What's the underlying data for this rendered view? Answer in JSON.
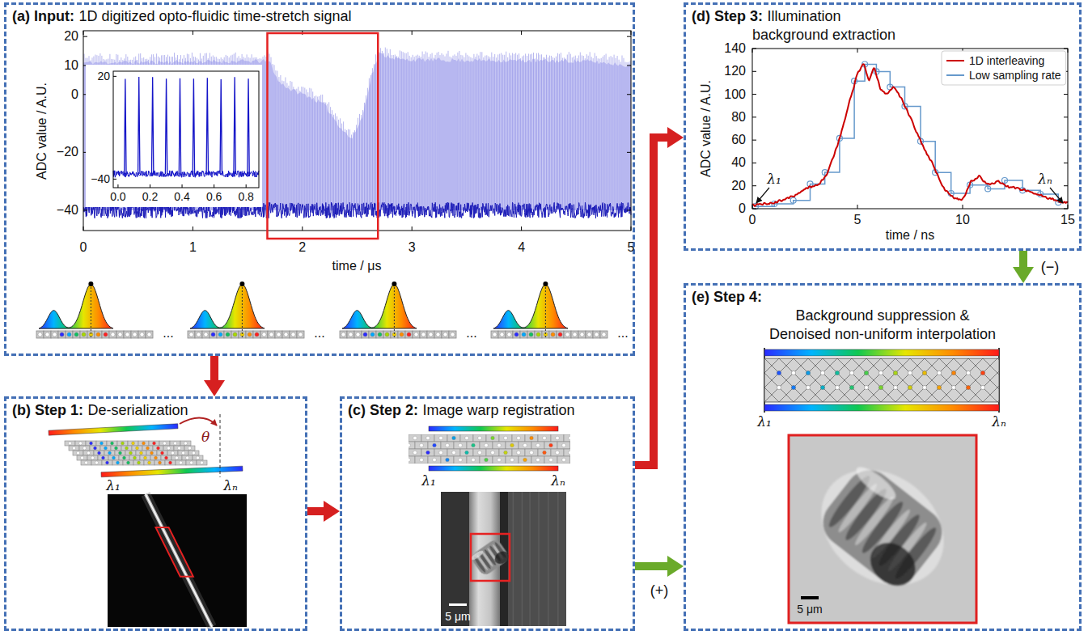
{
  "diagram": {
    "nodes": [
      {
        "text": [
          "(a) Input:",
          "1D digitized opto-fluidic time-stretch signal"
        ]
      },
      {
        "text": [
          "(b) Step 1:",
          "De-serialization"
        ]
      },
      {
        "text": [
          "(c) Step 2:",
          "Image warp registration"
        ]
      },
      {
        "text": [
          "(d) Step 3:",
          "Illumination background extraction"
        ]
      },
      {
        "text": [
          "(e) Step 4:",
          "Background suppression & Denoised non-uniform interpolation"
        ]
      }
    ],
    "edges": [
      {
        "from": 0,
        "to": 1,
        "arrow": "to"
      },
      {
        "from": 1,
        "to": 2,
        "arrow": "to"
      },
      {
        "from": 2,
        "to": 3,
        "arrow": "to"
      },
      {
        "from": 3,
        "to": 4,
        "arrow": "to",
        "label": "(−)"
      },
      {
        "from": 2,
        "to": 4,
        "arrow": "to",
        "label": "(+)"
      }
    ],
    "labels": [
      "ADC value / A.U.",
      "20",
      "10",
      "0",
      "−20",
      "−40",
      "0",
      "1",
      "2",
      "3",
      "4",
      "5",
      "time / μs",
      "20",
      "−40",
      "0.0",
      "0.2",
      "0.4",
      "0.6",
      "0.8",
      "...",
      "...",
      "...",
      "...",
      "θ",
      "λ₁",
      "λₙ",
      "λ₁",
      "λₙ",
      "5 μm",
      "ADC value / A.U.",
      "0",
      "20",
      "40",
      "60",
      "80",
      "100",
      "120",
      "140",
      "0",
      "5",
      "10",
      "15",
      "time / ns",
      "λ₁",
      "λₙ",
      "λ₁",
      "λₙ",
      "5 μm"
    ],
    "legend": [
      {
        "text": "1D interleaving"
      },
      {
        "text": "Low sampling rate"
      }
    ]
  }
}
